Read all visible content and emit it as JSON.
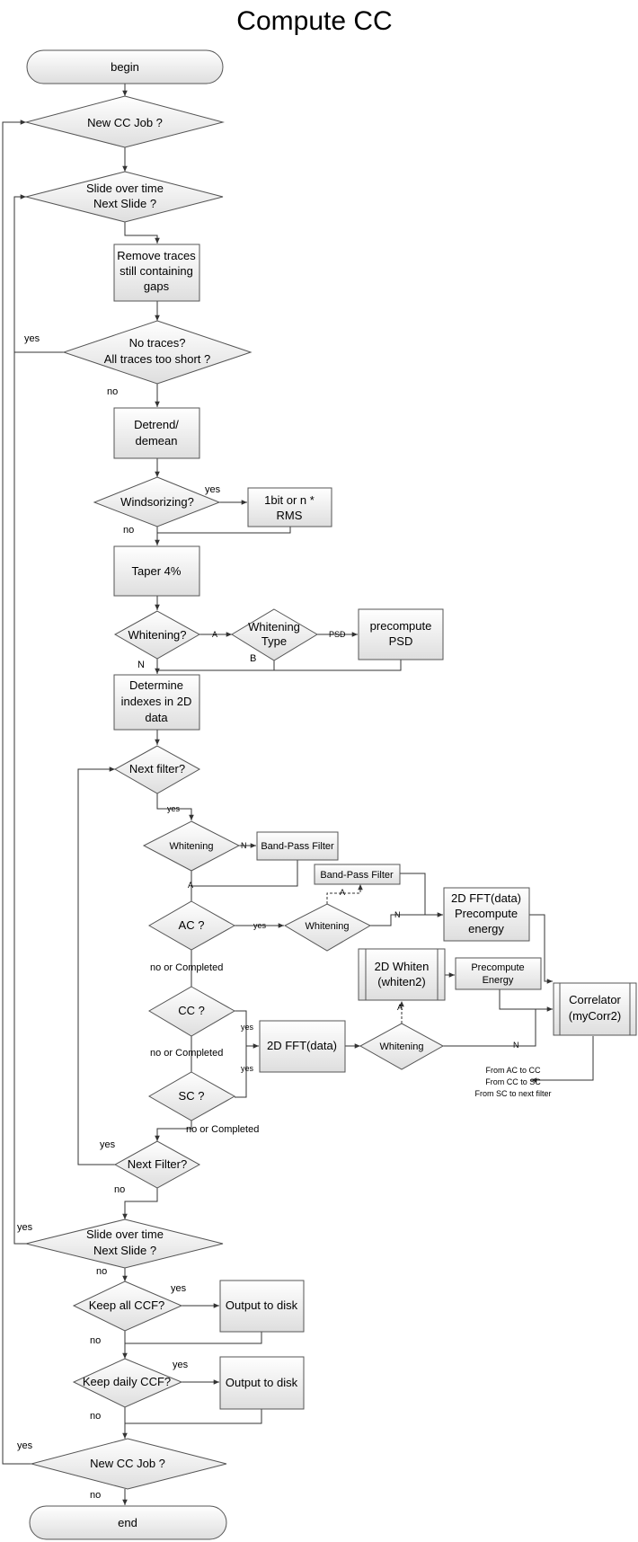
{
  "title": "Compute CC",
  "colors": {
    "gradient_top": "#ffffff",
    "gradient_bottom": "#dedede",
    "stroke": "#555555",
    "edge": "#333333"
  },
  "nodes": {
    "begin": [
      "begin"
    ],
    "new_cc_job_1": [
      "New CC Job ?"
    ],
    "slide_1": [
      "Slide over time",
      "Next Slide ?"
    ],
    "remove_traces": [
      "Remove traces",
      "still containing",
      "gaps"
    ],
    "no_traces": [
      "No traces?",
      "All traces too short ?"
    ],
    "detrend": [
      "Detrend/",
      "demean"
    ],
    "windsorizing": [
      "Windsorizing?"
    ],
    "onebit": [
      "1bit or n *",
      "RMS"
    ],
    "taper": [
      "Taper 4%"
    ],
    "whitening_q": [
      "Whitening?"
    ],
    "whitening_type": [
      "Whitening",
      "Type"
    ],
    "precompute_psd": [
      "precompute",
      "PSD"
    ],
    "determine_idx": [
      "Determine",
      "indexes in 2D",
      "data"
    ],
    "next_filter_1": [
      "Next filter?"
    ],
    "whitening_a": [
      "Whitening"
    ],
    "bandpass_1": [
      "Band-Pass Filter"
    ],
    "bandpass_2": [
      "Band-Pass Filter"
    ],
    "ac_q": [
      "AC ?"
    ],
    "whitening_b": [
      "Whitening"
    ],
    "fft_precompute": [
      "2D FFT(data)",
      "Precompute",
      "energy"
    ],
    "whiten2": [
      "2D Whiten",
      "(whiten2)"
    ],
    "precompute_energy": [
      "Precompute",
      "Energy"
    ],
    "correlator": [
      "Correlator",
      "(myCorr2)"
    ],
    "cc_q": [
      "CC ?"
    ],
    "fft_data": [
      "2D FFT(data)"
    ],
    "whitening_c": [
      "Whitening"
    ],
    "sc_q": [
      "SC ?"
    ],
    "next_filter_2": [
      "Next Filter?"
    ],
    "slide_2": [
      "Slide over time",
      "Next Slide ?"
    ],
    "keep_all": [
      "Keep all CCF?"
    ],
    "output_1": [
      "Output to disk"
    ],
    "keep_daily": [
      "Keep daily CCF?"
    ],
    "output_2": [
      "Output to disk"
    ],
    "new_cc_job_2": [
      "New CC Job ?"
    ],
    "end": [
      "end"
    ]
  },
  "labels": {
    "yes_no_traces": "yes",
    "no_no_traces": "no",
    "yes_windsor": "yes",
    "no_windsor": "no",
    "a_whitening": "A",
    "psd": "PSD",
    "b_type": "B",
    "n_whitening": "N",
    "yes_next_filter": "yes",
    "n_whitening_a": "N",
    "a_whitening_a": "A",
    "yes_ac": "yes",
    "a_whitening_b": "A",
    "n_whitening_b": "N",
    "no_or_completed_ac": "no or Completed",
    "no_or_completed_cc": "no or Completed",
    "yes_cc": "yes",
    "yes_sc": "yes",
    "no_or_completed_sc": "no or Completed",
    "a_whitening_c": "A",
    "n_whitening_c": "N",
    "yes_next_filter_2": "yes",
    "no_next_filter_2": "no",
    "yes_slide_2": "yes",
    "no_slide_2": "no",
    "yes_keep_all": "yes",
    "no_keep_all": "no",
    "yes_keep_daily": "yes",
    "no_keep_daily": "no",
    "yes_new_job_2": "yes",
    "no_new_job_2": "no"
  },
  "note": [
    "From AC to CC",
    "From CC to SC",
    "From SC to next filter"
  ]
}
